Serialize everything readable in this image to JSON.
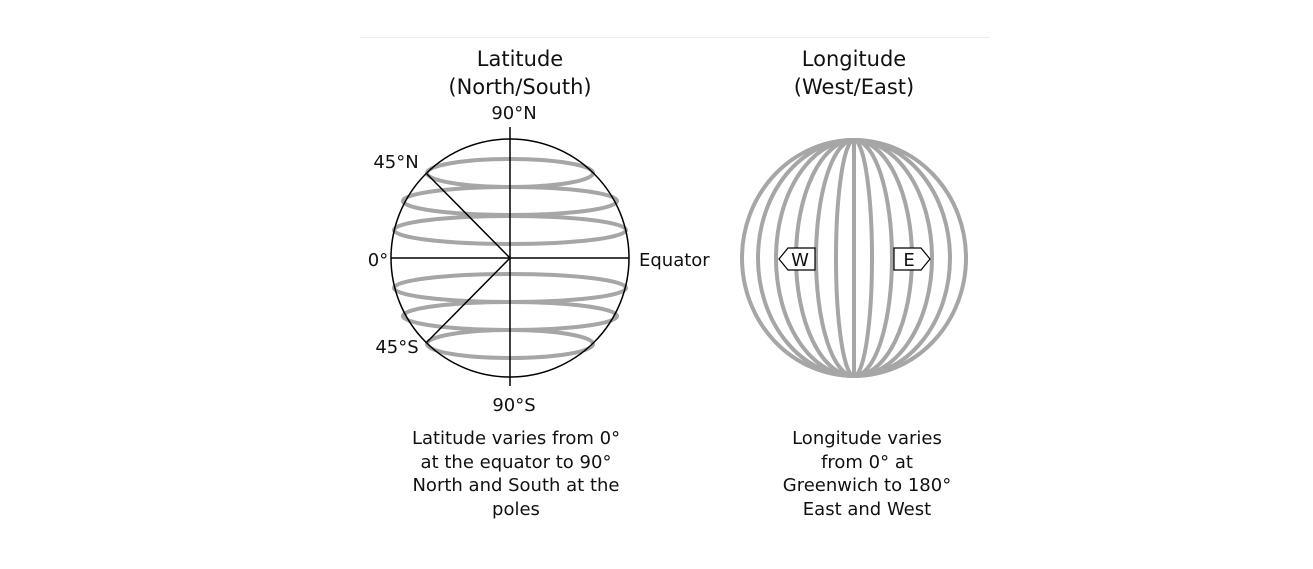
{
  "latitude": {
    "title_line1": "Latitude",
    "title_line2": "(North/South)",
    "labels": {
      "north_pole": "90°N",
      "north_45": "45°N",
      "equator_zero": "0°",
      "equator": "Equator",
      "south_45": "45°S",
      "south_pole": "90°S"
    },
    "caption_lines": [
      "Latitude varies from 0°",
      "at the equator to 90°",
      "North and South at the",
      "poles"
    ]
  },
  "longitude": {
    "title_line1": "Longitude",
    "title_line2": "(West/East)",
    "labels": {
      "west": "W",
      "east": "E"
    },
    "caption_lines": [
      "Longitude varies",
      "from 0° at",
      "Greenwich to 180°",
      "East and West"
    ]
  },
  "colors": {
    "line": "#000000",
    "grid": "#a6a6a6",
    "divider": "#eeeeee"
  }
}
